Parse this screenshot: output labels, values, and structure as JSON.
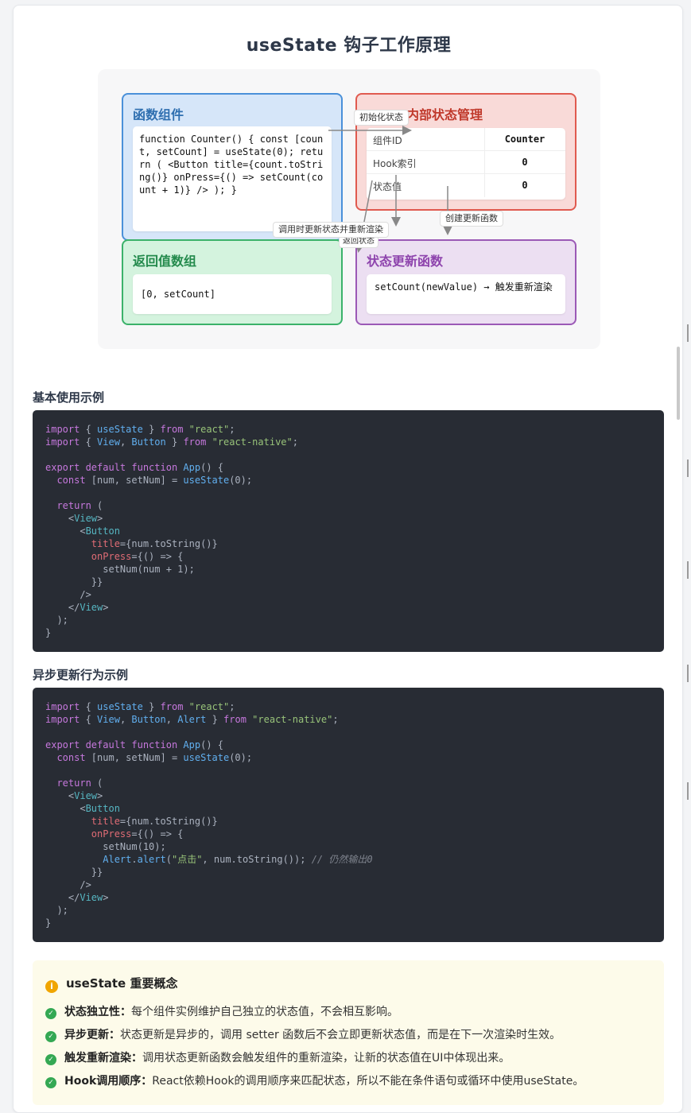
{
  "page": {
    "title": "useState 钩子工作原理"
  },
  "diagram": {
    "func_box": {
      "title": "函数组件",
      "code": "function Counter() { const [count, setCount] = useState(0); return ( <Button title={count.toString()} onPress={() => setCount(count + 1)} /> ); }"
    },
    "state_box": {
      "title": "内部状态管理",
      "rows": [
        {
          "key": "组件ID",
          "value": "Counter"
        },
        {
          "key": "Hook索引",
          "value": "0"
        },
        {
          "key": "状态值",
          "value": "0"
        }
      ]
    },
    "return_box": {
      "title": "返回值数组",
      "code": "[0, setCount]"
    },
    "setter_box": {
      "title": "状态更新函数",
      "code": "setCount(newValue) → 触发重新渲染"
    },
    "labels": {
      "init": "初始化状态",
      "create": "创建更新函数",
      "call": "调用时更新状态并重新渲染",
      "return": "返回状态"
    }
  },
  "sections": {
    "basic_title": "基本使用示例",
    "async_title": "异步更新行为示例"
  },
  "notes": {
    "heading": "useState 重要概念",
    "items": [
      {
        "label": "状态独立性：",
        "text": "每个组件实例维护自己独立的状态值，不会相互影响。"
      },
      {
        "label": "异步更新：",
        "text": "状态更新是异步的，调用 setter 函数后不会立即更新状态值，而是在下一次渲染时生效。"
      },
      {
        "label": "触发重新渲染：",
        "text": "调用状态更新函数会触发组件的重新渲染，让新的状态值在UI中体现出来。"
      },
      {
        "label": "Hook调用顺序：",
        "text": "React依赖Hook的调用顺序来匹配状态，所以不能在条件语句或循环中使用useState。"
      }
    ]
  },
  "colors": {
    "func": "#4a90d9",
    "state": "#e05a4f",
    "return": "#3bb26a",
    "setter": "#9b59b6",
    "code_bg": "#282c34",
    "notes_bg": "#fdfbea"
  },
  "icons": {
    "notes": "info-icon",
    "item": "check-circle-icon"
  }
}
